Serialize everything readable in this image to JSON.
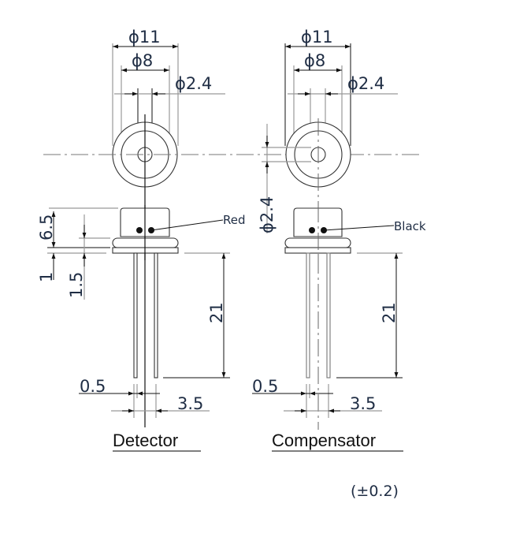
{
  "drawing": {
    "components": [
      {
        "name": "Detector",
        "lead_label": "Red",
        "dims": {
          "outer_dia": "ϕ11",
          "inner_dia": "ϕ8",
          "window_dia": "ϕ2.4",
          "cap_height": "6.5",
          "flange_thickness": "1",
          "flange_total": "1.5",
          "lead_length": "21",
          "lead_dia": "0.5",
          "lead_spacing": "3.5"
        }
      },
      {
        "name": "Compensator",
        "lead_label": "Black",
        "dims": {
          "outer_dia": "ϕ11",
          "inner_dia": "ϕ8",
          "window_dia": "ϕ2.4",
          "window_dia_vertical": "ϕ2.4",
          "lead_length": "21",
          "lead_dia": "0.5",
          "lead_spacing": "3.5"
        }
      }
    ],
    "tolerance": "(±0.2)",
    "colors": {
      "line": "#333333",
      "dimension_text": "#1f2d44",
      "extension_line": "#999999"
    }
  }
}
